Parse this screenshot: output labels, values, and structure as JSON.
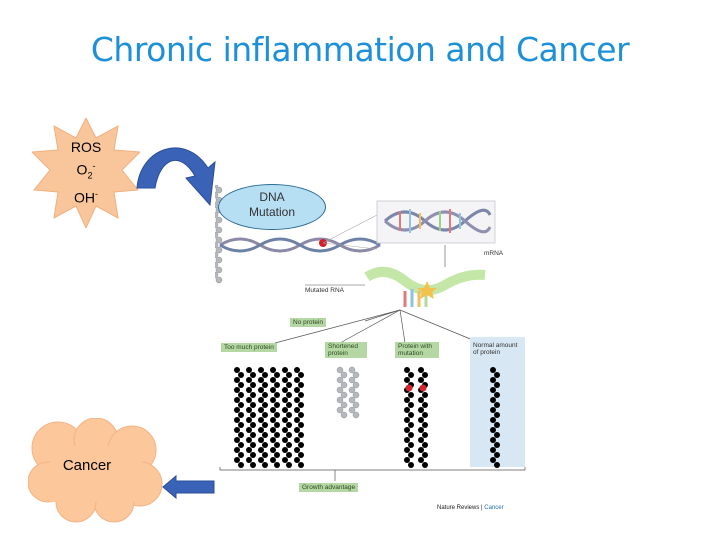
{
  "title": "Chronic inflammation and Cancer",
  "ros_box": {
    "line1": "ROS",
    "line2_base": "O",
    "line2_sub": "2",
    "line2_sup": "-",
    "line3_base": "OH",
    "line3_sup": "-"
  },
  "dna_oval": {
    "line1": "DNA",
    "line2": "Mutation"
  },
  "cancer_label": "Cancer",
  "figure": {
    "mrna": "mRNA",
    "mutated_rna": "Mutated RNA",
    "no_protein": "No protein",
    "outcomes": [
      "Too much protein",
      "Shortened protein",
      "Protein with mutation",
      "Normal amount of protein"
    ],
    "growth": "Growth advantage",
    "credit_prefix": "Nature Reviews |",
    "credit_journal": "Cancer"
  },
  "colors": {
    "title": "#1e90d8",
    "burst": "#f8c69a",
    "cloud": "#fcc79b",
    "arrow": "#3a63b8",
    "oval": "#b7dff3"
  }
}
